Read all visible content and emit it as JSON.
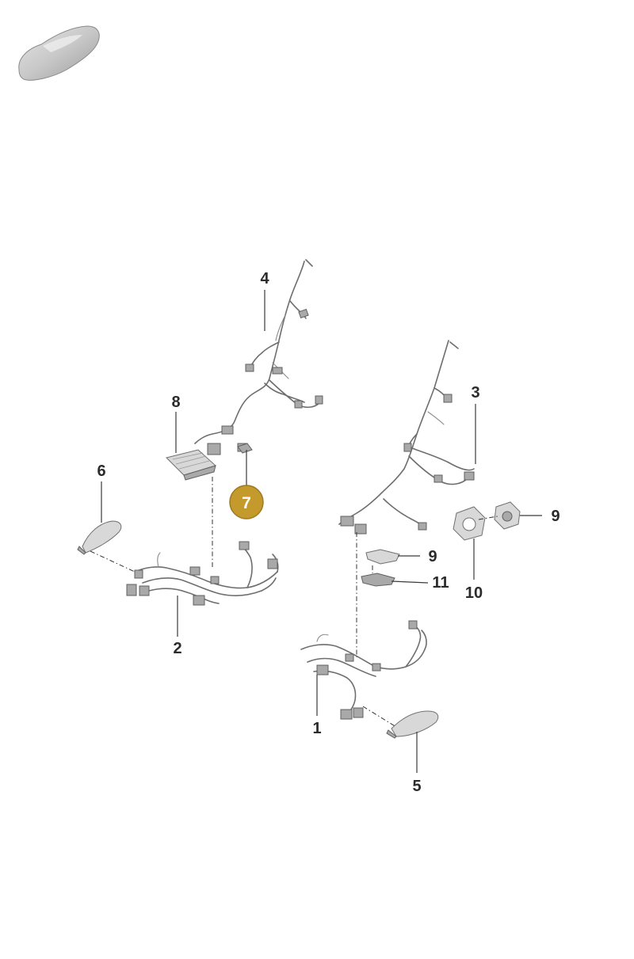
{
  "diagram": {
    "callouts": [
      {
        "id": "c1",
        "label": "1"
      },
      {
        "id": "c2",
        "label": "2"
      },
      {
        "id": "c3",
        "label": "3"
      },
      {
        "id": "c4",
        "label": "4"
      },
      {
        "id": "c5",
        "label": "5"
      },
      {
        "id": "c6",
        "label": "6"
      },
      {
        "id": "c7",
        "label": "7",
        "highlighted": true
      },
      {
        "id": "c8",
        "label": "8"
      },
      {
        "id": "c9a",
        "label": "9"
      },
      {
        "id": "c9b",
        "label": "9"
      },
      {
        "id": "c10",
        "label": "10"
      },
      {
        "id": "c11",
        "label": "11"
      }
    ],
    "colors": {
      "highlight": "#c49a2c",
      "highlight_border": "#9c7a1e",
      "text": "#2b2b2b"
    },
    "icons": {
      "vehicle_thumbnail": "car-silhouette-icon"
    }
  }
}
